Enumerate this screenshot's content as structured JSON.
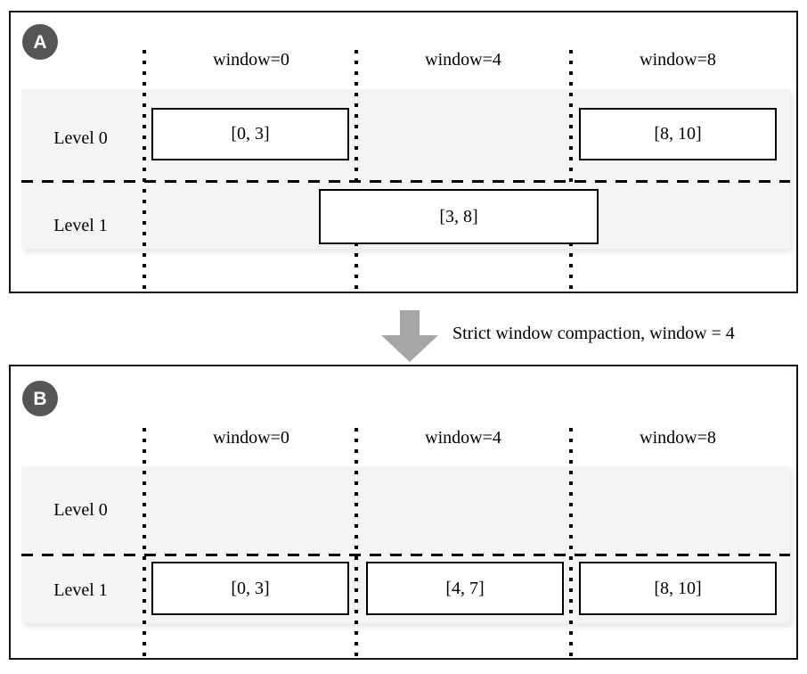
{
  "figure": {
    "panels": [
      {
        "id": "A",
        "badge_label": "A",
        "window_headers": [
          "window=0",
          "window=4",
          "window=8"
        ],
        "row_labels": [
          "Level 0",
          "Level 1"
        ],
        "rows": [
          {
            "label": "Level 0",
            "boxes": [
              {
                "label": "[0, 3]",
                "column": 0
              },
              {
                "label": "[8, 10]",
                "column": 2
              }
            ]
          },
          {
            "label": "Level 1",
            "boxes": [
              {
                "label": "[3, 8]",
                "column": 1
              }
            ]
          }
        ]
      },
      {
        "id": "B",
        "badge_label": "B",
        "window_headers": [
          "window=0",
          "window=4",
          "window=8"
        ],
        "row_labels": [
          "Level 0",
          "Level 1"
        ],
        "rows": [
          {
            "label": "Level 0",
            "boxes": []
          },
          {
            "label": "Level 1",
            "boxes": [
              {
                "label": "[0, 3]",
                "column": 0
              },
              {
                "label": "[4, 7]",
                "column": 1
              },
              {
                "label": "[8, 10]",
                "column": 2
              }
            ]
          }
        ]
      }
    ],
    "transition": {
      "caption": "Strict window compaction, window = 4",
      "arrow_icon": "down-arrow-icon"
    },
    "colors": {
      "band": "#f4f4f4",
      "badge": "#555555",
      "arrow": "#a6a6a6",
      "stroke": "#000000"
    }
  }
}
